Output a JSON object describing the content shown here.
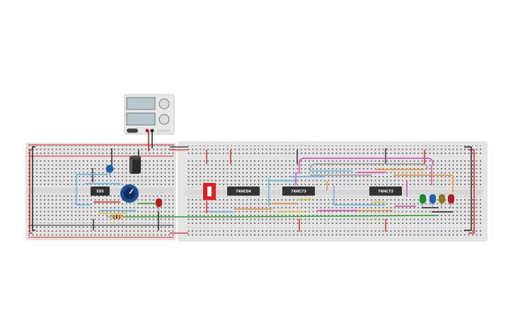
{
  "colors": {
    "board": "#e3e3e3",
    "board_dark": "#d6d6d6",
    "hole": "#5a5a5a",
    "rail_red": "#e02020",
    "rail_black": "#222222",
    "chip": "#333333",
    "psu_body": "#e8e8e8",
    "psu_display": "#b9c6cc",
    "switch_red": "#e61b1b"
  },
  "components": {
    "timer_chip": {
      "label": "555",
      "icon": "ic-555"
    },
    "inverter_chip": {
      "label": "74HC04",
      "icon": "ic-74hc04"
    },
    "flipflop_chip_1": {
      "label": "74HC73",
      "icon": "ic-74hc73"
    },
    "flipflop_chip_2": {
      "label": "74HC73",
      "icon": "ic-74hc73"
    },
    "power_supply": {
      "icon": "bench-power-supply"
    },
    "potentiometer": {
      "icon": "potentiometer-knob"
    },
    "capacitor": {
      "icon": "electrolytic-capacitor"
    },
    "ceramic_capacitor": {
      "icon": "ceramic-capacitor"
    },
    "resistor": {
      "icon": "resistor"
    },
    "dip_switch": {
      "icon": "dip-switch"
    },
    "leds": [
      {
        "color": "#1a8a2a",
        "icon": "led-green"
      },
      {
        "color": "#1e5fb0",
        "icon": "led-blue"
      },
      {
        "color": "#8a7a1a",
        "icon": "led-yellow"
      },
      {
        "color": "#b01e1e",
        "icon": "led-red"
      },
      {
        "color": "#b01e1e",
        "icon": "led-red"
      }
    ]
  }
}
